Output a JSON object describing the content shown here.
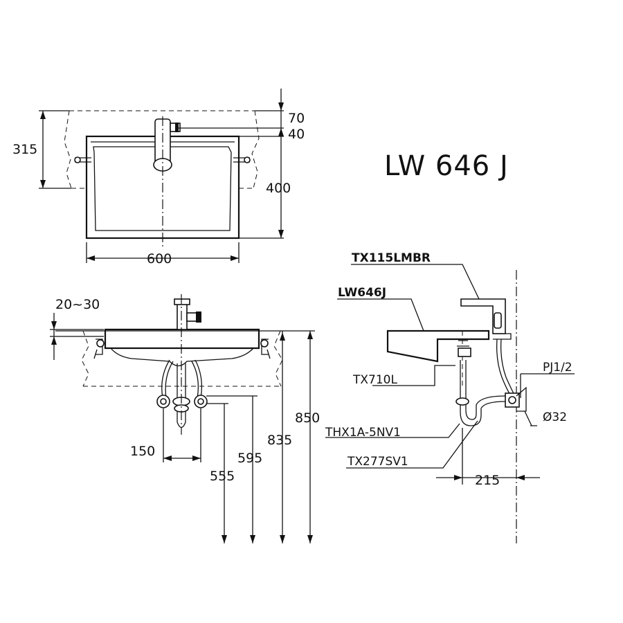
{
  "model_title": "LW 646 J",
  "top_view": {
    "dim_depth": "315",
    "dim_70": "70",
    "dim_40": "40",
    "dim_400": "400",
    "dim_600": "600"
  },
  "front_view": {
    "dim_gap": "20~30",
    "dim_150": "150",
    "dim_555": "555",
    "dim_595": "595",
    "dim_835": "835",
    "dim_850": "850"
  },
  "side_view": {
    "faucet_model": "TX115LMBR",
    "basin_model": "LW646J",
    "drain_model": "TX710L",
    "valve_model": "THX1A-5NV1",
    "trap_model": "TX277SV1",
    "supply_thread": "PJ1/2",
    "drain_dia": "Ø32",
    "dim_215": "215"
  }
}
